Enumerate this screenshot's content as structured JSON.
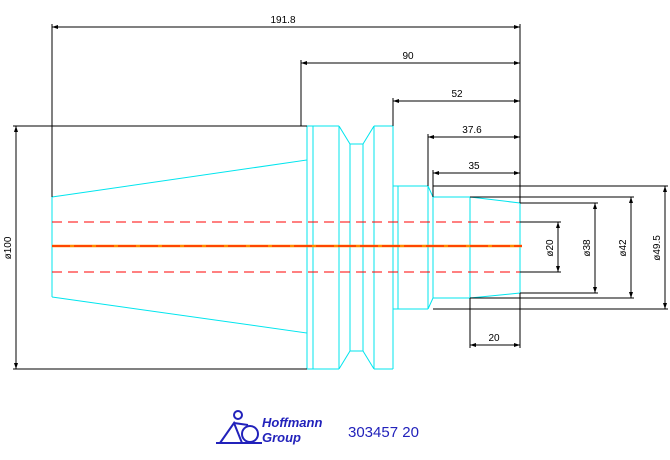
{
  "colors": {
    "outline": "#00e5ee",
    "dimension": "#000000",
    "hidden": "#ff0000",
    "axis": "#ff8c00",
    "brand": "#2222bb"
  },
  "dimensions": {
    "overall_length": "191.8",
    "length_90": "90",
    "length_52": "52",
    "length_37_6": "37.6",
    "length_35": "35",
    "length_20": "20",
    "dia_100": "ø100",
    "dia_20": "ø20",
    "dia_38": "ø38",
    "dia_42": "ø42",
    "dia_49_5": "ø49.5"
  },
  "logo": {
    "line1": "Hoffmann",
    "line2": "Group",
    "icon": "hoffmann-figure-icon"
  },
  "part_number": "303457 20"
}
